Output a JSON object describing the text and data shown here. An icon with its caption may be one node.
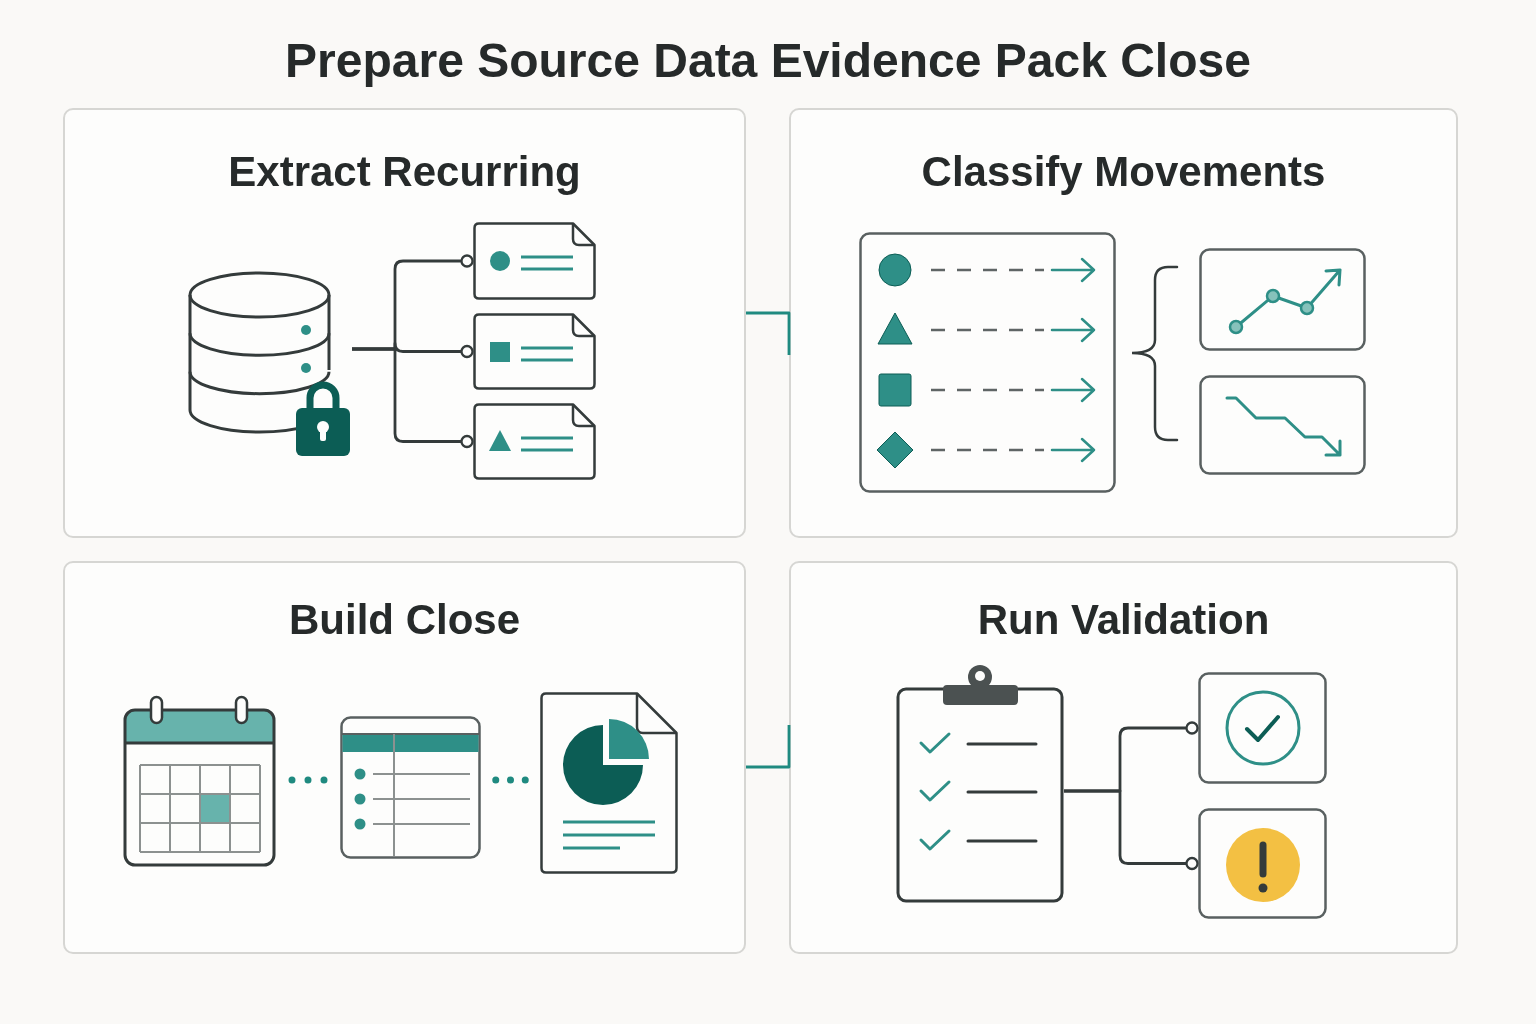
{
  "diagram": {
    "title": "Prepare Source Data Evidence Pack Close",
    "nodes": [
      {
        "text": [
          "Extract Recurring"
        ]
      },
      {
        "text": [],
        "shape": "cylinder",
        "in": 0
      },
      {
        "text": [],
        "shape": "document",
        "in": 0
      },
      {
        "text": [],
        "shape": "document",
        "in": 0
      },
      {
        "text": [],
        "shape": "document",
        "in": 0
      },
      {
        "text": [
          "Classify Movements"
        ]
      },
      {
        "text": [],
        "shape": "box",
        "in": 5
      },
      {
        "text": [],
        "shape": "box",
        "in": 5
      },
      {
        "text": [],
        "shape": "box",
        "in": 5
      },
      {
        "text": [
          "Build Close"
        ]
      },
      {
        "text": [],
        "shape": "picture",
        "in": 9
      },
      {
        "text": [],
        "shape": "box",
        "in": 9
      },
      {
        "text": [],
        "shape": "document",
        "in": 9
      },
      {
        "text": [
          "Run Validation"
        ]
      },
      {
        "text": [],
        "shape": "picture",
        "in": 13
      },
      {
        "text": [],
        "shape": "box",
        "in": 13
      },
      {
        "text": [],
        "shape": "box",
        "in": 13
      }
    ],
    "edges": [
      {
        "from": 0,
        "to": 5,
        "arrow": "none",
        "color": "#1f8a80"
      },
      {
        "from": 1,
        "to": 2,
        "arrow": "other"
      },
      {
        "from": 1,
        "to": 3,
        "arrow": "other"
      },
      {
        "from": 1,
        "to": 4,
        "arrow": "other"
      },
      {
        "from": 10,
        "to": 11,
        "arrow": "none",
        "style": "dashed",
        "color": "#1f8a80"
      },
      {
        "from": 11,
        "to": 12,
        "arrow": "none",
        "style": "dashed",
        "color": "#1f8a80"
      },
      {
        "from": 9,
        "to": 13,
        "arrow": "none",
        "color": "#1f8a80"
      },
      {
        "from": 14,
        "to": 15,
        "arrow": "other"
      },
      {
        "from": 14,
        "to": 16,
        "arrow": "other"
      }
    ]
  }
}
